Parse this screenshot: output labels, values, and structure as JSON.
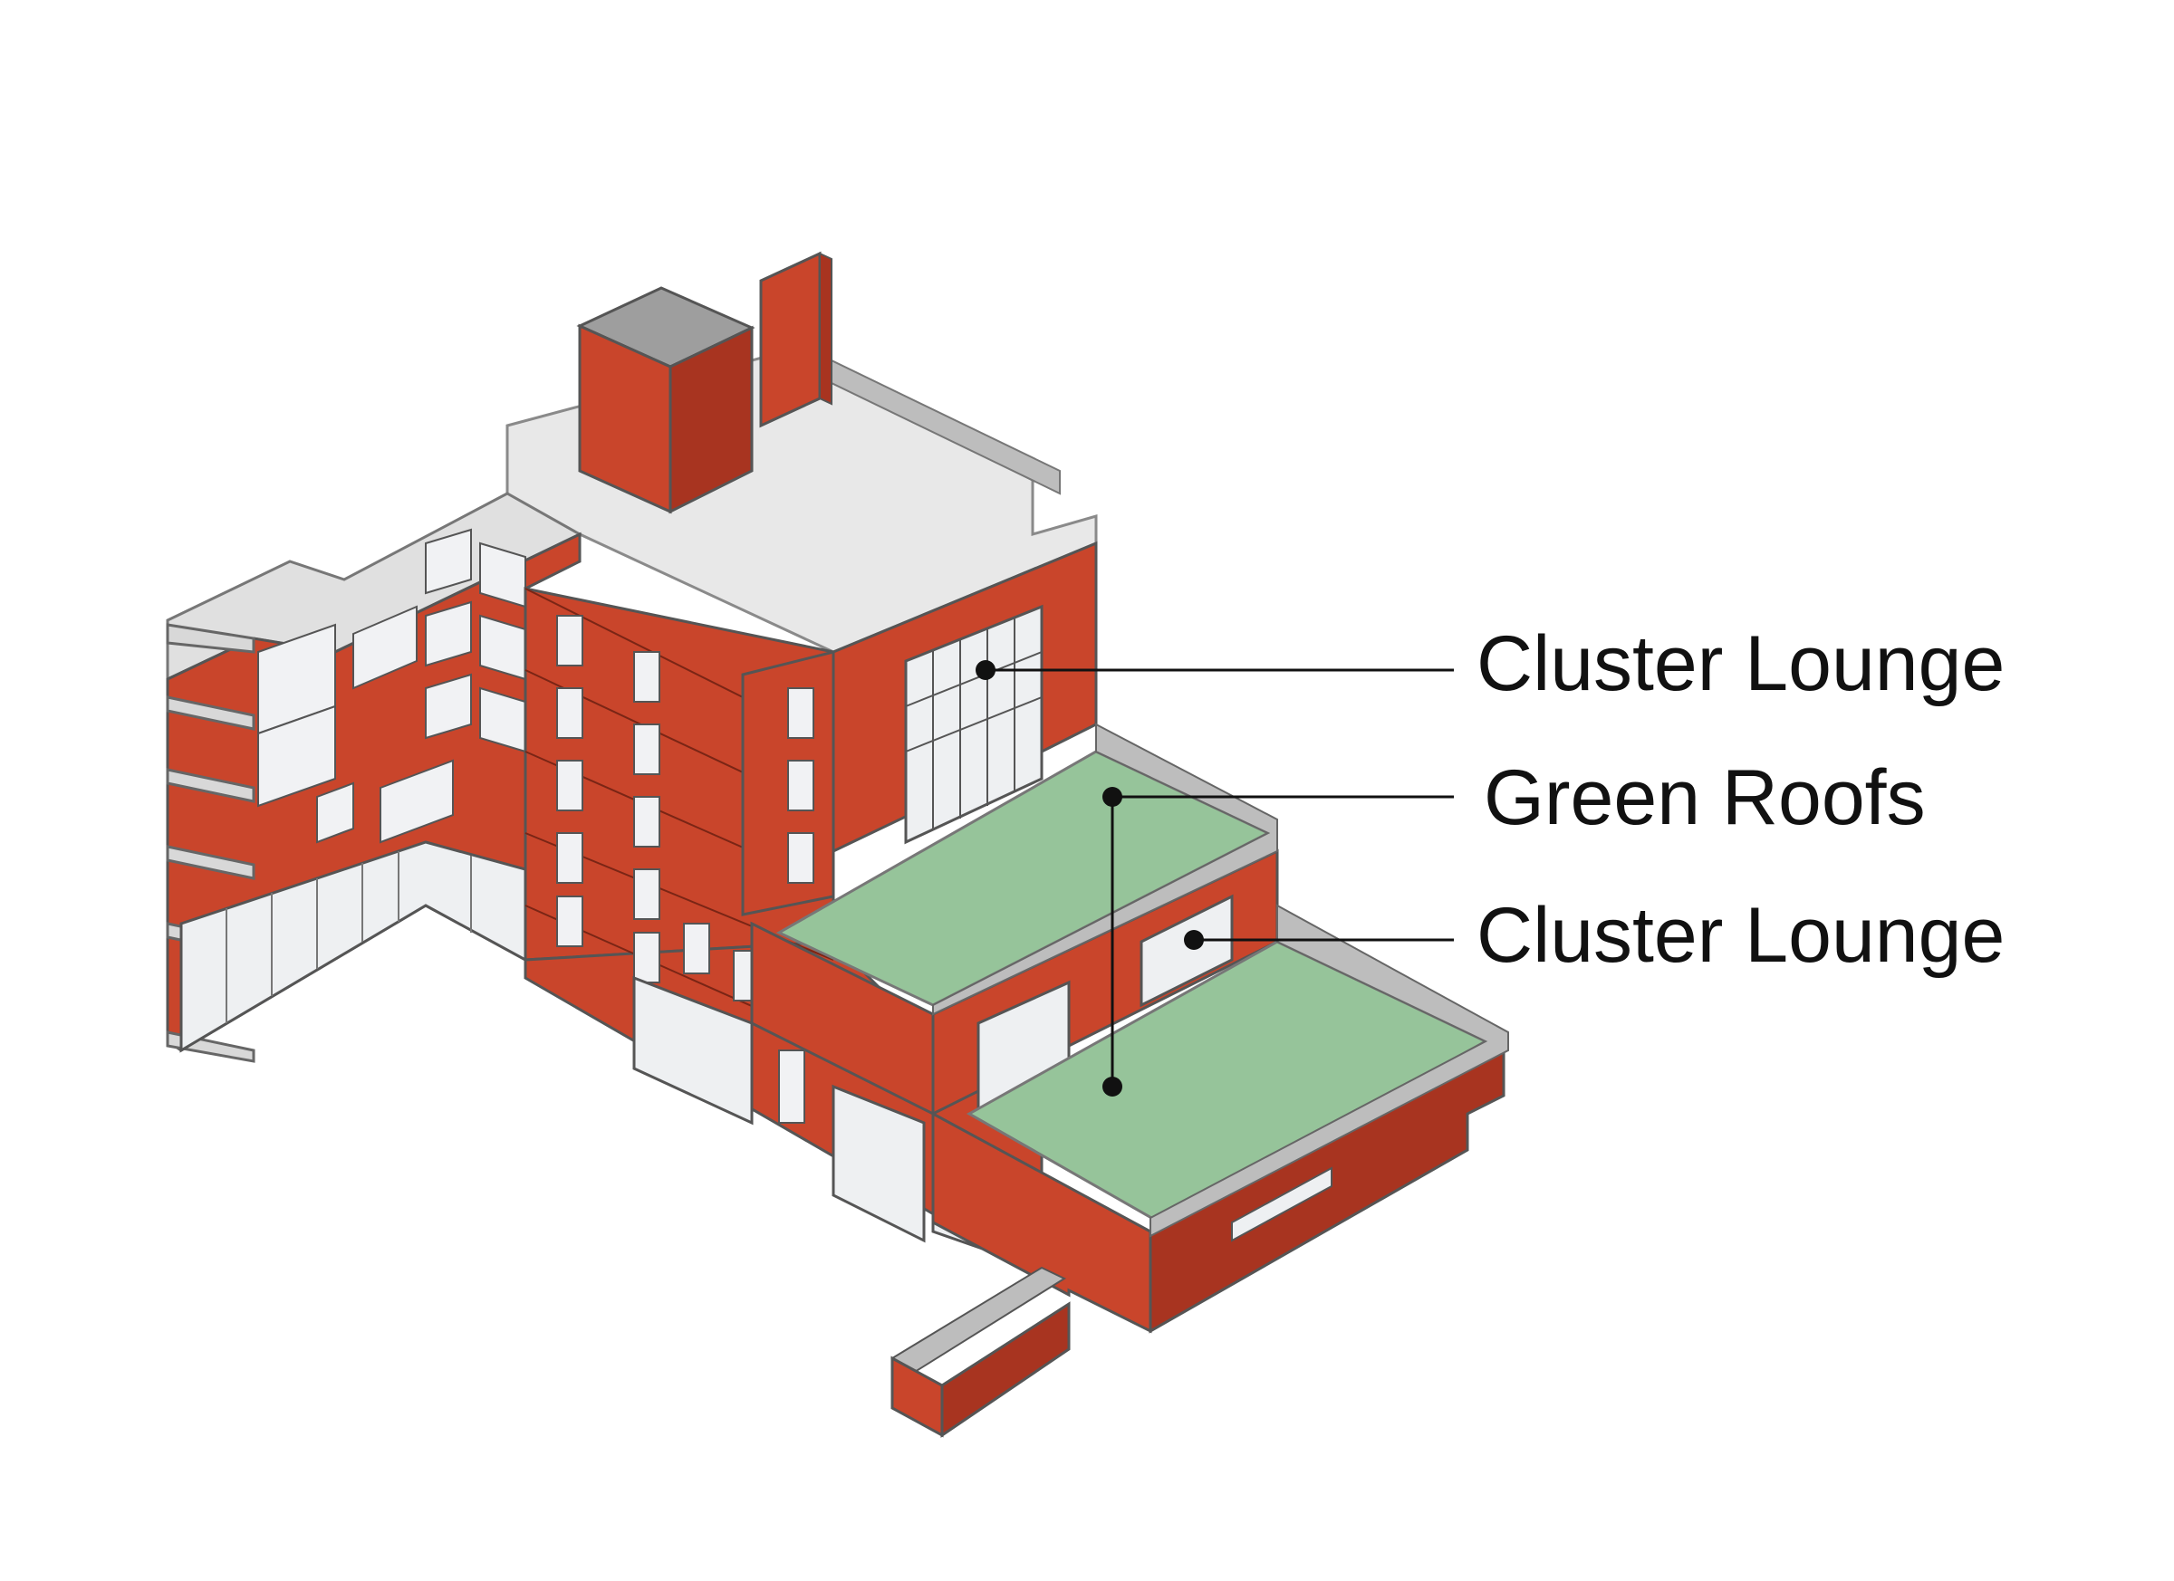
{
  "callouts": {
    "upper_lounge": "Cluster Lounge",
    "green_roofs": "Green Roofs",
    "lower_lounge": "Cluster Lounge"
  },
  "colors": {
    "brick": "#c9452b",
    "brick_dark": "#a83420",
    "roof_top": "#e8e8e8",
    "green_roof": "#96c49a",
    "parapet": "#bdbdbd",
    "glass": "#f1f2f4",
    "leader": "#111111"
  }
}
